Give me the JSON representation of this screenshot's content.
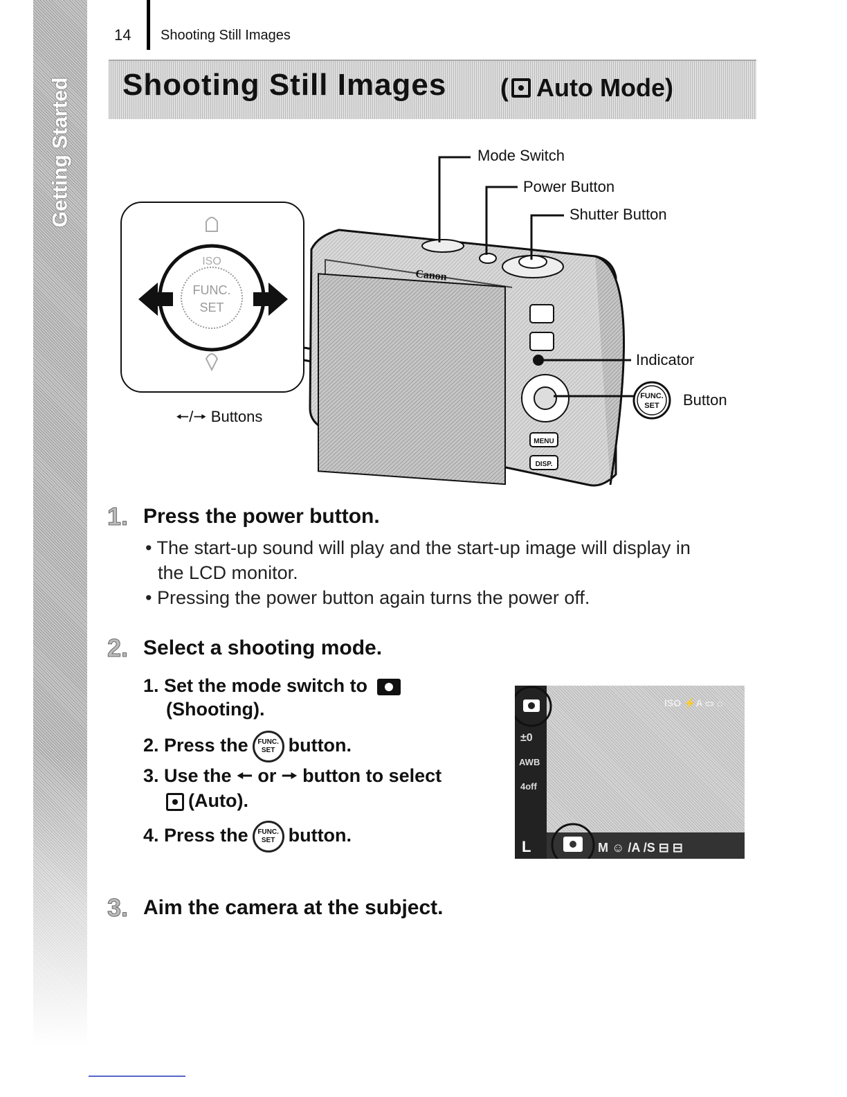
{
  "side_tab": "Getting Started",
  "page_number": "14",
  "running_header": "Shooting Still Images",
  "title_main": "Shooting Still Images",
  "title_paren_open": "(",
  "title_mode": "Auto Mode)",
  "callouts": {
    "mode_switch": "Mode Switch",
    "power_button": "Power Button",
    "shutter_button": "Shutter Button",
    "indicator": "Indicator",
    "func_button": "Button",
    "lr_buttons": "Buttons"
  },
  "steps": [
    {
      "num": "1.",
      "heading": "Press the power button.",
      "bullets": [
        "The start-up sound will play and the start-up image will display in",
        "the LCD monitor.",
        "Pressing the power button again turns the power off."
      ]
    },
    {
      "num": "2.",
      "heading": "Select a shooting mode.",
      "sub": [
        "1. Set the mode switch to",
        "(Shooting).",
        "2. Press the",
        "button.",
        "3. Use the",
        "or",
        "button to select",
        "(Auto).",
        "4. Press the",
        "button."
      ]
    },
    {
      "num": "3.",
      "heading": "Aim the camera at the subject."
    }
  ],
  "icons": {
    "func_text_1": "FUNC.",
    "func_text_2": "SET",
    "iso": "ISO",
    "brand": "Canon",
    "menu": "MENU",
    "disp": "DISP.",
    "screen_side": [
      "±0",
      "AWB",
      "4off",
      "L"
    ]
  }
}
